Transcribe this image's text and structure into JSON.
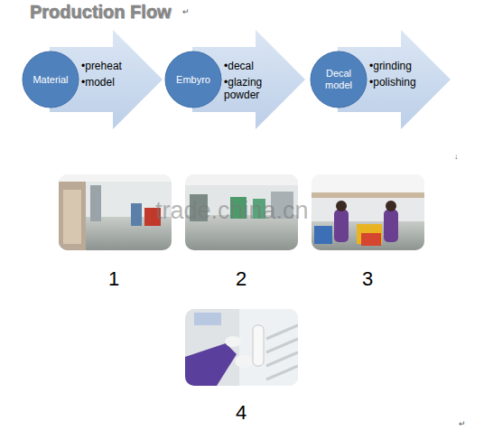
{
  "diagram": {
    "title": "Production Flow",
    "nodes": [
      {
        "text": [
          "•preheat",
          "•model"
        ]
      },
      {
        "text": [
          "Material"
        ],
        "in": 0
      },
      {
        "text": [
          "•decal",
          "•glazing powder"
        ]
      },
      {
        "text": [
          "Embyro"
        ],
        "in": 2
      },
      {
        "text": [
          "•grinding",
          "•polishing"
        ]
      },
      {
        "text": [
          "Decal model"
        ],
        "in": 4
      }
    ],
    "labels": [
      "↵",
      "↓",
      "trade.china.cn",
      "1",
      "2",
      "3",
      "4",
      "↵"
    ]
  }
}
